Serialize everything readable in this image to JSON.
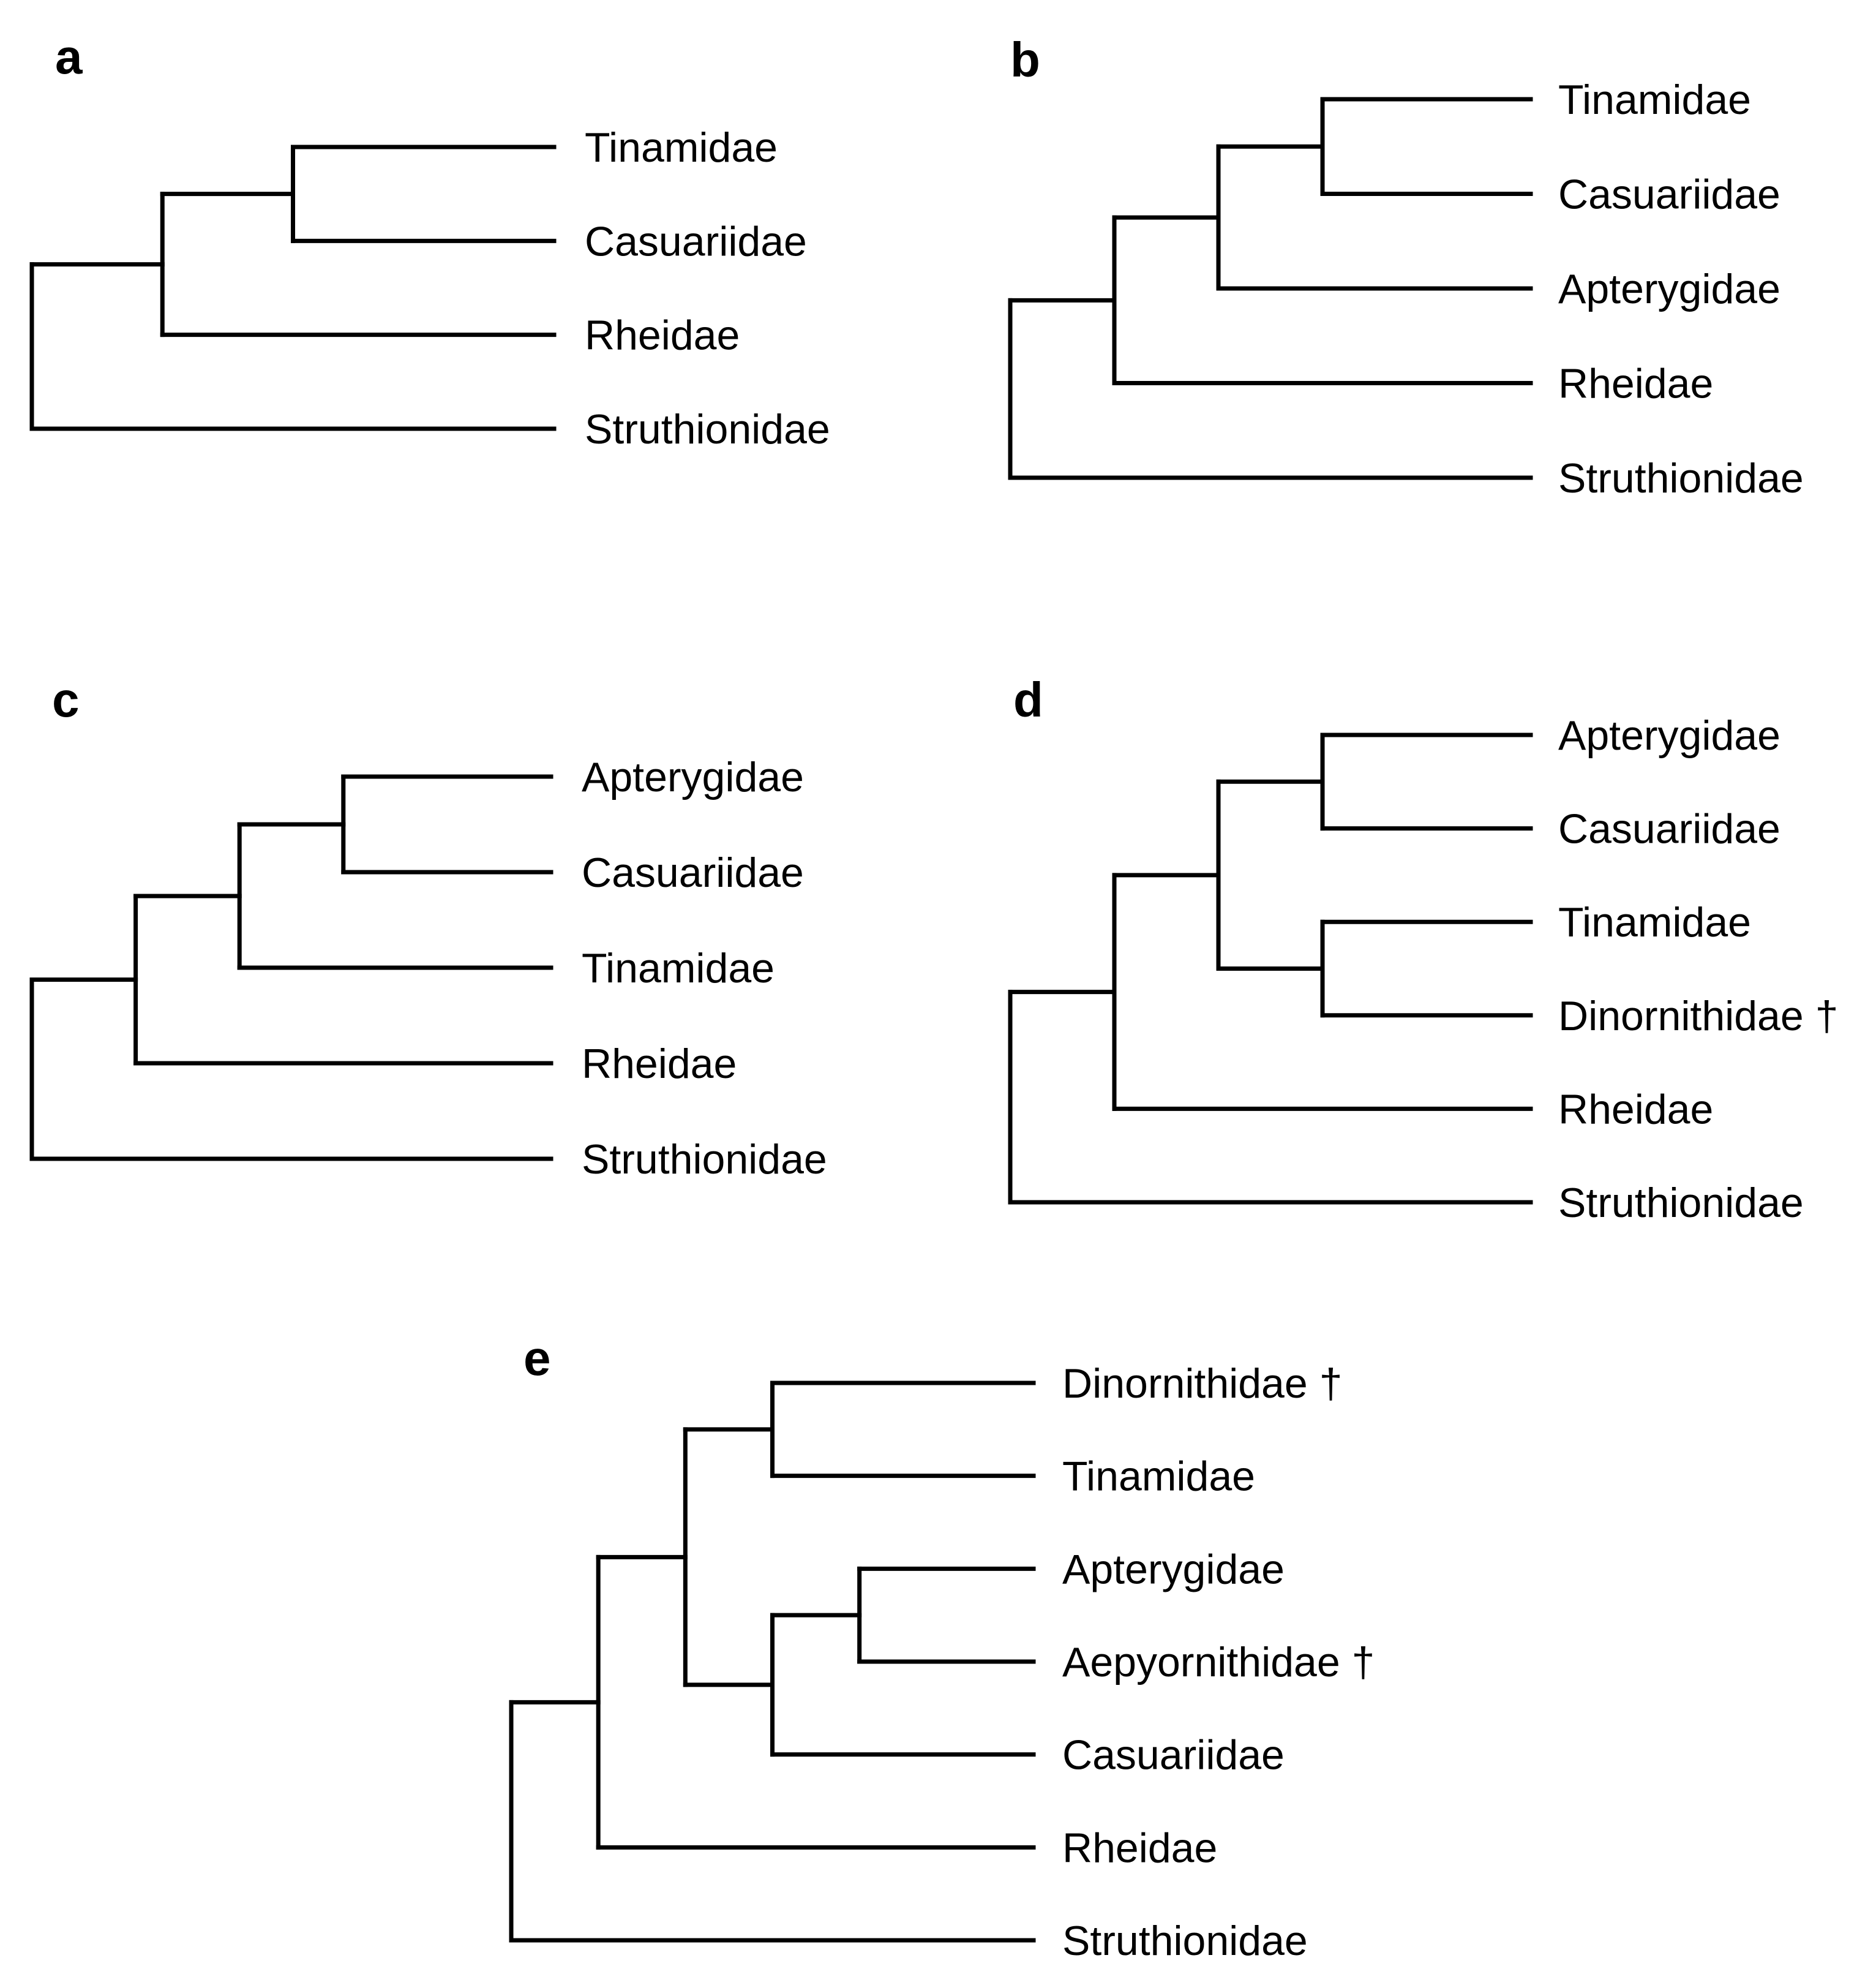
{
  "panels": [
    {
      "label": "a",
      "tree": [
        [
          [
            "Tinamidae",
            "Casuariidae"
          ],
          "Rheidae"
        ],
        "Struthionidae"
      ]
    },
    {
      "label": "b",
      "tree": [
        [
          [
            [
              "Tinamidae",
              "Casuariidae"
            ],
            "Apterygidae"
          ],
          "Rheidae"
        ],
        "Struthionidae"
      ]
    },
    {
      "label": "c",
      "tree": [
        [
          [
            [
              "Apterygidae",
              "Casuariidae"
            ],
            "Tinamidae"
          ],
          "Rheidae"
        ],
        "Struthionidae"
      ]
    },
    {
      "label": "d",
      "tree": [
        [
          [
            [
              "Apterygidae",
              "Casuariidae"
            ],
            [
              "Tinamidae",
              "Dinornithidae †"
            ]
          ],
          "Rheidae"
        ],
        "Struthionidae"
      ]
    },
    {
      "label": "e",
      "tree": [
        [
          [
            [
              "Dinornithidae †",
              "Tinamidae"
            ],
            [
              [
                "Apterygidae",
                "Aepyornithidae †"
              ],
              "Casuariidae"
            ]
          ],
          "Rheidae"
        ],
        "Struthionidae"
      ]
    }
  ]
}
